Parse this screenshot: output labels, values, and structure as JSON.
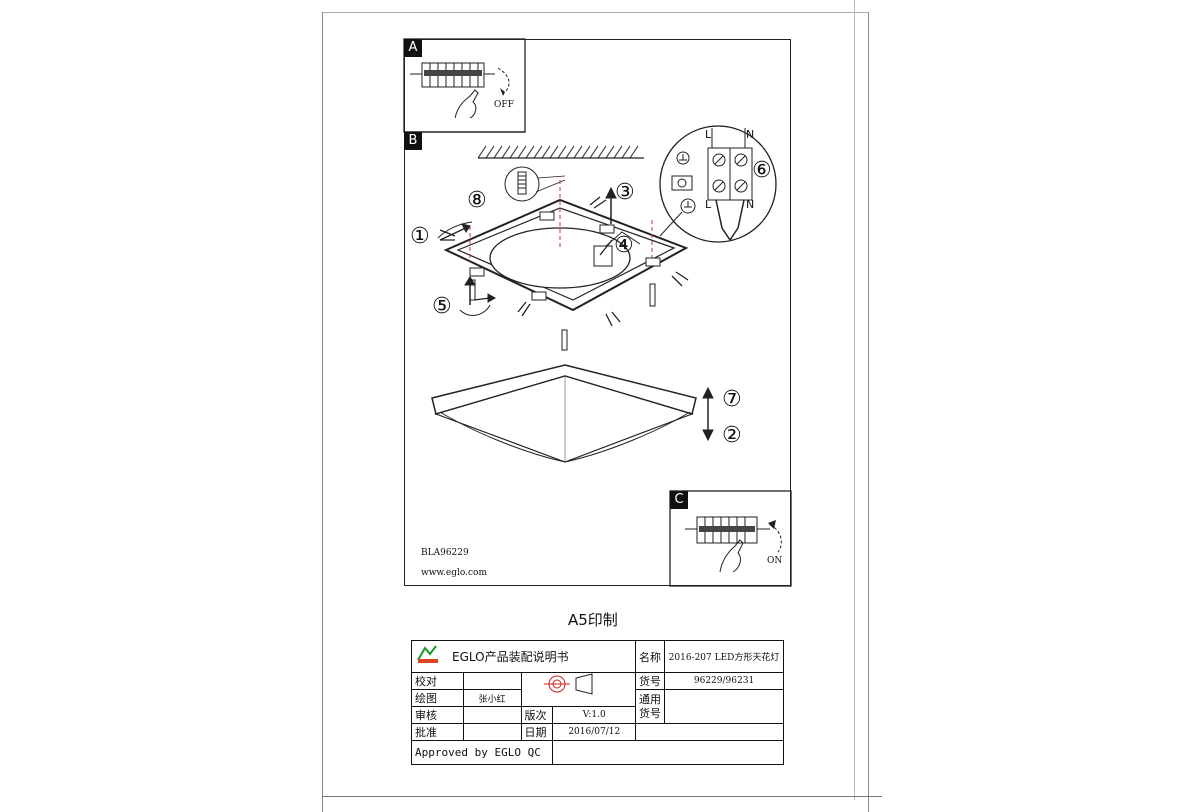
{
  "panels": {
    "a": {
      "tag": "A",
      "switch_label": "OFF"
    },
    "b": {
      "tag": "B"
    },
    "c": {
      "tag": "C",
      "switch_label": "ON"
    }
  },
  "terminal_labels": {
    "l_top": "L",
    "n_top": "N",
    "l_bottom": "L",
    "n_bottom": "N"
  },
  "steps": [
    "①",
    "②",
    "③",
    "④",
    "⑤",
    "⑥",
    "⑦",
    "⑧"
  ],
  "drawing_footer": {
    "model": "BLA96229",
    "website": "www.eglo.com"
  },
  "print_note": "A5印制",
  "title_block": {
    "brand": "EGLO产品装配说明书",
    "name_label": "名称",
    "name_value": "2016-207 LED方形天花灯",
    "check_label": "校对",
    "article_label": "货号",
    "article_value": "96229/96231",
    "draw_label": "绘图",
    "draw_value": "张小红",
    "common_article_label": "通用货号",
    "review_label": "审核",
    "version_label": "版次",
    "version_value": "V:1.0",
    "approve_label": "批准",
    "date_label": "日期",
    "date_value": "2016/07/12",
    "approved_text": "Approved by EGLO QC"
  }
}
